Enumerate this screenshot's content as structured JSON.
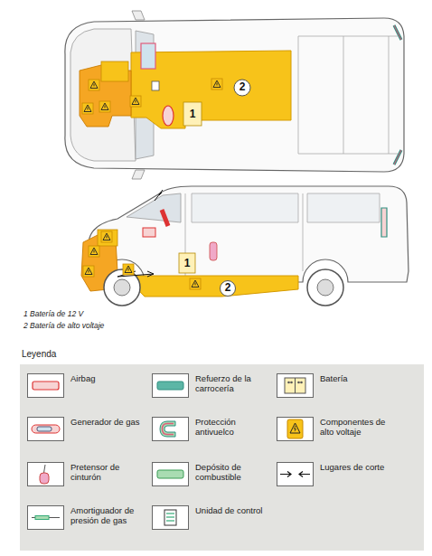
{
  "diagram": {
    "labels": [
      "1",
      "2",
      "1",
      "2",
      "1 Batería de 12 V",
      "2 Batería de alto voltaje",
      "Leyenda"
    ],
    "legend": [
      {
        "text": "Airbag",
        "color": "#f7d3d3"
      },
      {
        "text": "Refuerzo de la carrocería",
        "color": "#5cb6a6"
      },
      {
        "text": "Batería"
      },
      {
        "text": "Generador de gas"
      },
      {
        "text": "Protección antivuelco"
      },
      {
        "text": "Componentes de alto voltaje"
      },
      {
        "text": "Pretensor de cinturón"
      },
      {
        "text": "Depósito de combustible",
        "color": "#a9dcb2"
      },
      {
        "text": "Lugares de corte"
      },
      {
        "text": "Amortiguador de presión de gas"
      },
      {
        "text": "Unidad de control"
      }
    ]
  }
}
